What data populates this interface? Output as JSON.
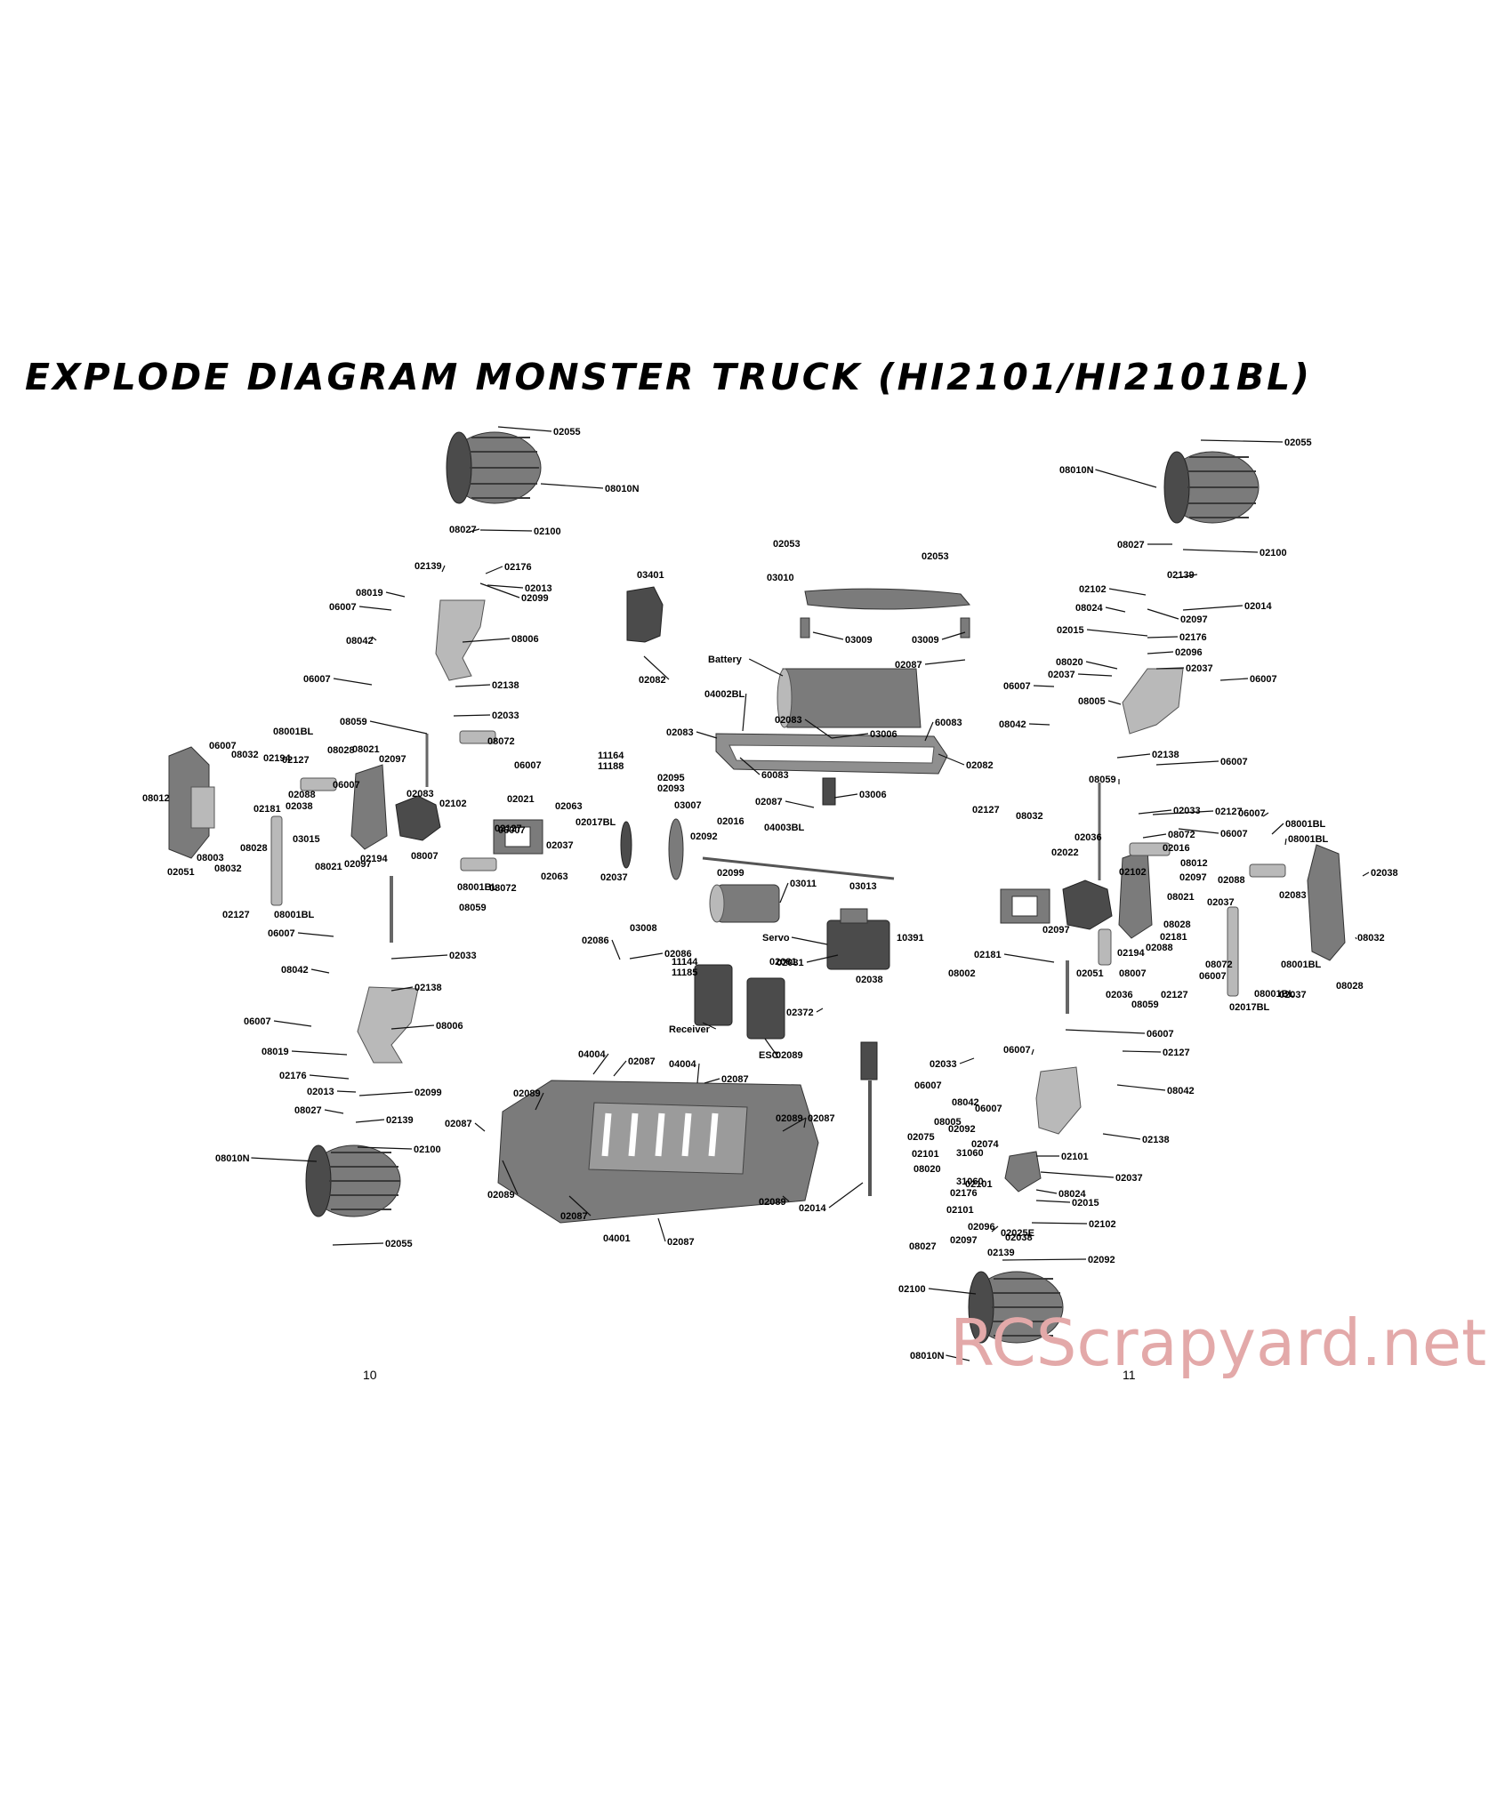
{
  "title": "EXPLODE DIAGRAM MONSTER TRUCK (HI2101/HI2101BL)",
  "page_numbers": {
    "left": "10",
    "right": "11"
  },
  "watermark": "RCScrapyard.net",
  "callouts": {
    "named_parts": [
      "Battery",
      "Servo",
      "Receiver",
      "ESC"
    ],
    "left_page": [
      "02055",
      "08010N",
      "08027",
      "02100",
      "02139",
      "02176",
      "02013",
      "02099",
      "08019",
      "06007",
      "08006",
      "08042",
      "06007",
      "02138",
      "02033",
      "08059",
      "08001BL",
      "08072",
      "06007",
      "08032",
      "08028",
      "08021",
      "02194",
      "02127",
      "06007",
      "02097",
      "08012",
      "02181",
      "02038",
      "02088",
      "02083",
      "02102",
      "03015",
      "08021",
      "02097",
      "02194",
      "08007",
      "02051",
      "08003",
      "08032",
      "08028",
      "02127",
      "08001BL",
      "06007",
      "06007",
      "08001BL",
      "08072",
      "08059",
      "06007",
      "08042",
      "02033",
      "02138",
      "06007",
      "08006",
      "08019",
      "02176",
      "02013",
      "02099",
      "02139",
      "08027",
      "02100",
      "08010N",
      "02055",
      "02127",
      "02021",
      "02063",
      "02037",
      "02063",
      "02037",
      "02017BL"
    ],
    "center": [
      "03401",
      "02082",
      "02053",
      "03010",
      "02053",
      "03009",
      "03009",
      "02087",
      "04002BL",
      "02083",
      "02083",
      "03006",
      "60083",
      "02082",
      "60083",
      "02087",
      "03006",
      "11164",
      "11188",
      "02095",
      "02093",
      "03007",
      "02092",
      "02016",
      "02099",
      "04003BL",
      "03011",
      "03008",
      "11144",
      "11185",
      "02086",
      "02086",
      "03013",
      "02081",
      "02081",
      "10391",
      "02038",
      "02372",
      "04004",
      "02087",
      "04004",
      "02087",
      "02089",
      "02089",
      "02087",
      "02089",
      "02087",
      "02089",
      "02087",
      "04001",
      "02087",
      "02089"
    ],
    "right_page": [
      "02055",
      "08010N",
      "08027",
      "02100",
      "02139",
      "02102",
      "02014",
      "08024",
      "02097",
      "02015",
      "02176",
      "02096",
      "08020",
      "02037",
      "02037",
      "06007",
      "06007",
      "08005",
      "08042",
      "02138",
      "06007",
      "08059",
      "02033",
      "02127",
      "06007",
      "08001BL",
      "08072",
      "08001BL",
      "06007",
      "02127",
      "08032",
      "02036",
      "02022",
      "02102",
      "02016",
      "08012",
      "02097",
      "02088",
      "08021",
      "02037",
      "02083",
      "02038",
      "08028",
      "02181",
      "02088",
      "02097",
      "02194",
      "02051",
      "08007",
      "08072",
      "08001BL",
      "02037",
      "08028",
      "08032",
      "08002",
      "02181",
      "02036",
      "08059",
      "02127",
      "06007",
      "02017BL",
      "08001BL",
      "06007",
      "02127",
      "02033",
      "06007",
      "08042",
      "02138",
      "06007",
      "08042",
      "08005",
      "06007",
      "02075",
      "02092",
      "02101",
      "02074",
      "08020",
      "31060",
      "02101",
      "31060",
      "02037",
      "08024",
      "02176",
      "02101",
      "02015",
      "02101",
      "02102",
      "02096",
      "02014",
      "02097",
      "02038",
      "02025E",
      "08027",
      "02139",
      "02092",
      "02100",
      "08010N",
      "02055"
    ]
  },
  "icons": {
    "wheel": "tire-icon",
    "battery": "battery-pack-icon",
    "servo": "servo-icon",
    "motor": "motor-icon",
    "chassis": "chassis-plate-icon",
    "shock": "shock-absorber-icon"
  }
}
